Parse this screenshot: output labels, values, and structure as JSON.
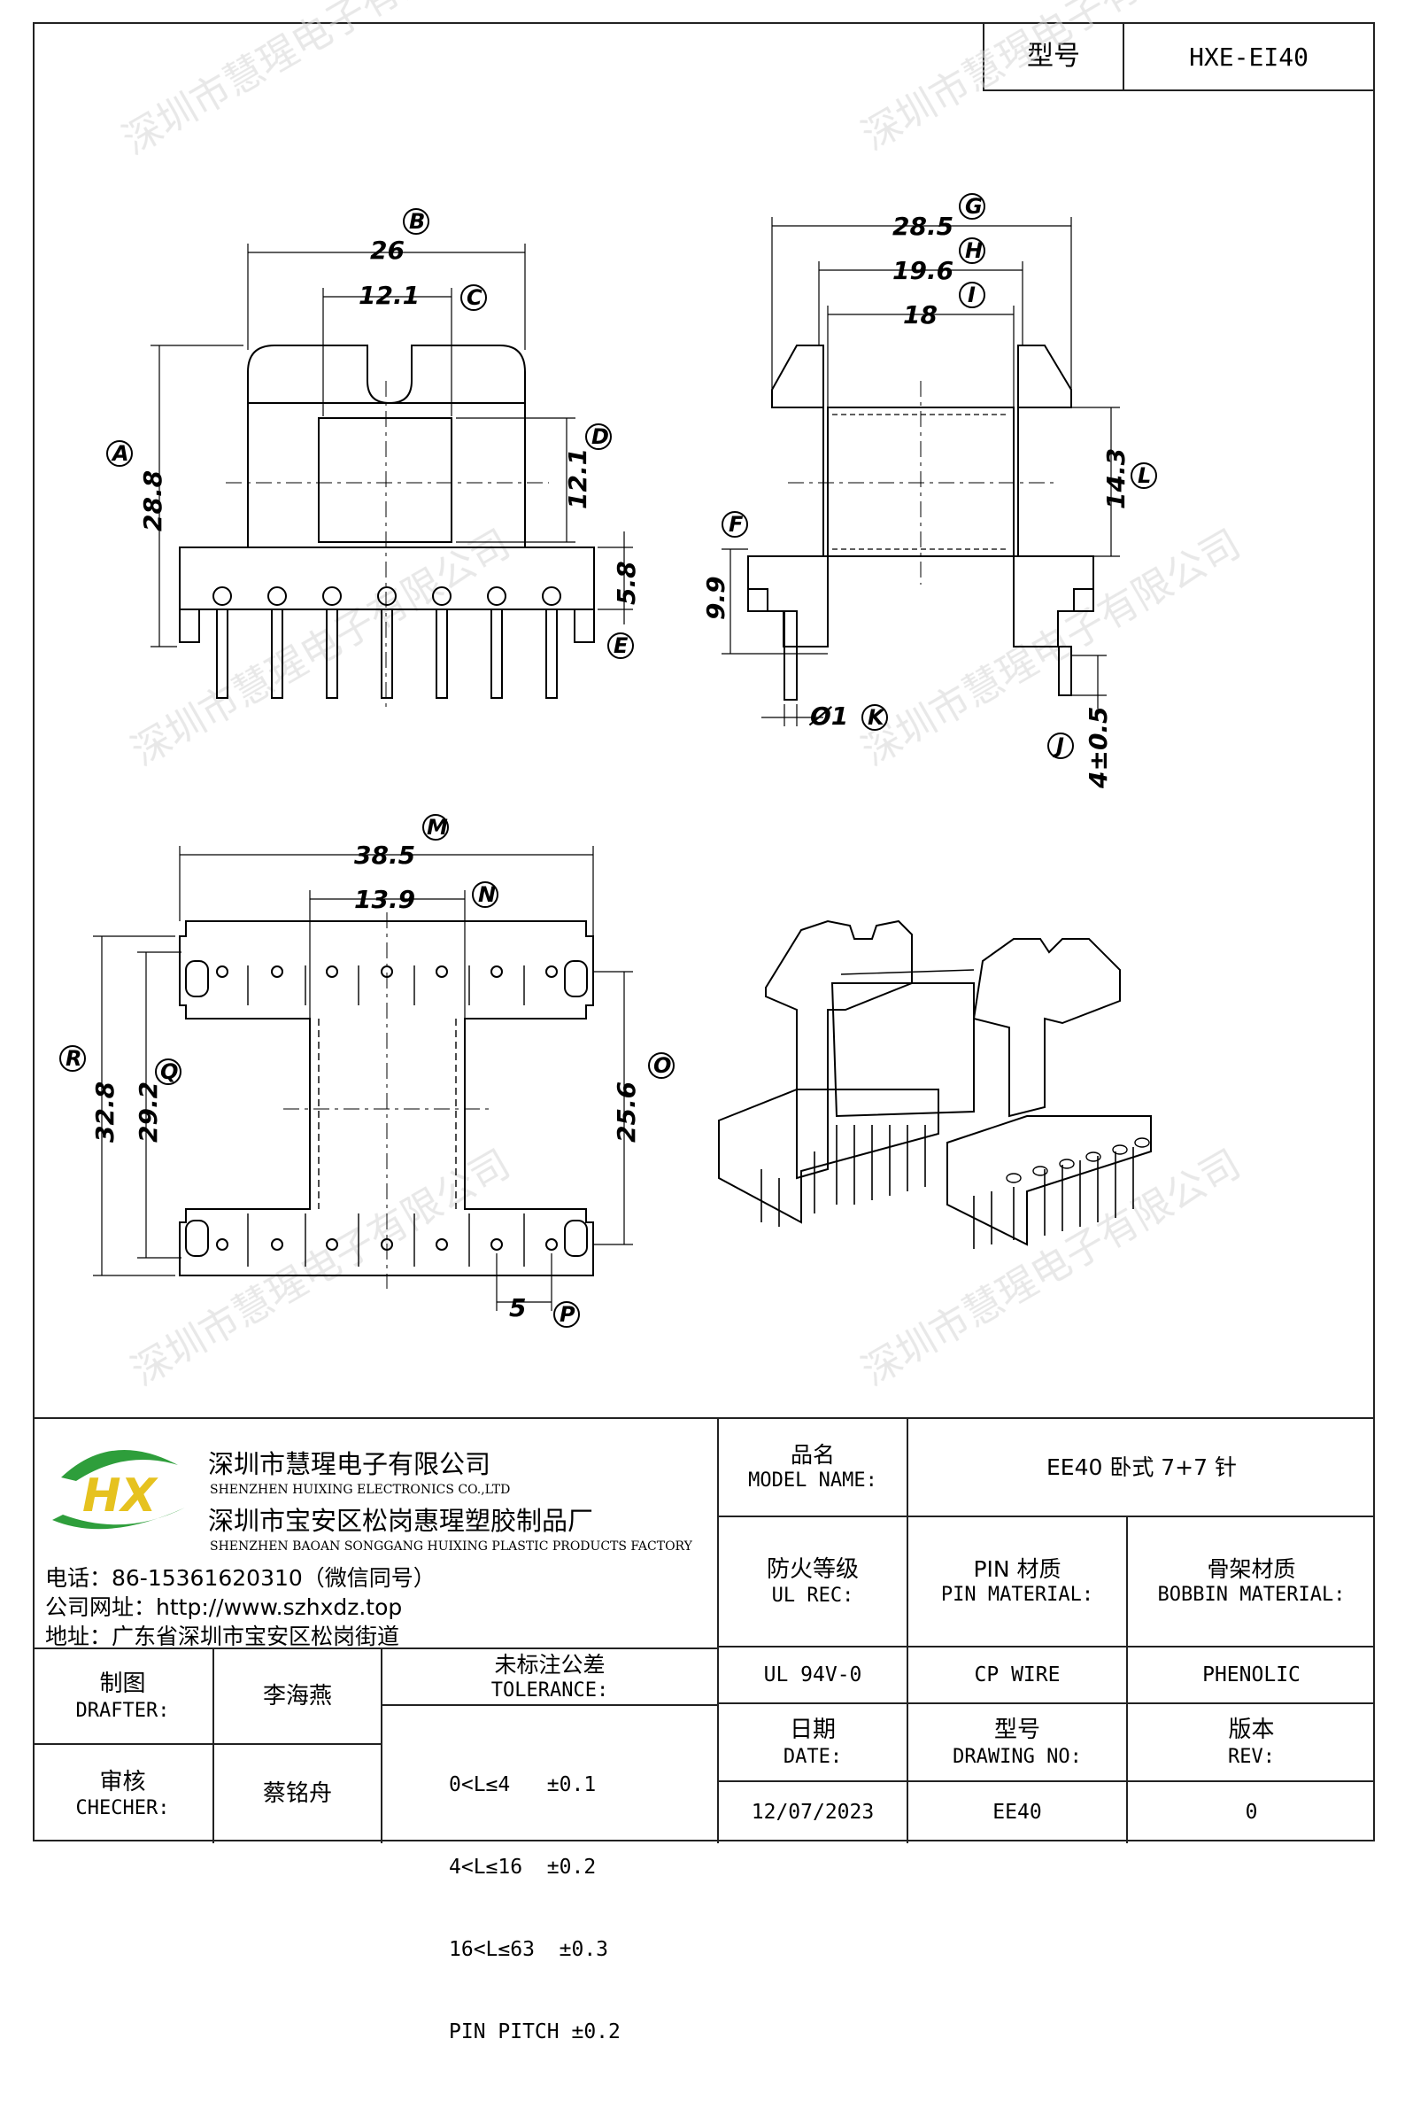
{
  "header": {
    "model_label": "型号",
    "model_value": "HXE-EI40"
  },
  "watermark": "深圳市慧瑆电子有限公司",
  "drawing": {
    "top_view": {
      "dim_B": {
        "value": "26",
        "letter": "B"
      },
      "dim_C": {
        "value": "12.1",
        "letter": "C"
      },
      "dim_A": {
        "value": "28.8",
        "letter": "A"
      },
      "dim_D": {
        "value": "12.1",
        "letter": "D"
      },
      "dim_E": {
        "value": "5.8",
        "letter": "E"
      }
    },
    "side_view": {
      "dim_G": {
        "value": "28.5",
        "letter": "G"
      },
      "dim_H": {
        "value": "19.6",
        "letter": "H"
      },
      "dim_I": {
        "value": "18",
        "letter": "I"
      },
      "dim_L": {
        "value": "14.3",
        "letter": "L"
      },
      "dim_F": {
        "value": "9.9",
        "letter": "F"
      },
      "dim_K": {
        "value": "Ø1",
        "letter": "K"
      },
      "dim_J": {
        "value": "4±0.5",
        "letter": "J"
      }
    },
    "bottom_view": {
      "dim_M": {
        "value": "38.5",
        "letter": "M"
      },
      "dim_N": {
        "value": "13.9",
        "letter": "N"
      },
      "dim_R": {
        "value": "32.8",
        "letter": "R"
      },
      "dim_Q": {
        "value": "29.2",
        "letter": "Q"
      },
      "dim_O": {
        "value": "25.6",
        "letter": "O"
      },
      "dim_P": {
        "value": "5",
        "letter": "P"
      }
    }
  },
  "company": {
    "logo_text": "HX",
    "name_cn": "深圳市慧瑆电子有限公司",
    "name_en": "SHENZHEN HUIXING ELECTRONICS CO.,LTD",
    "factory_cn": "深圳市宝安区松岗惠瑆塑胶制品厂",
    "factory_en": "SHENZHEN BAOAN SONGGANG HUIXING PLASTIC PRODUCTS FACTORY",
    "phone": "电话：86-15361620310（微信同号）",
    "website": "公司网址：http://www.szhxdz.top",
    "address": "地址：广东省深圳市宝安区松岗街道"
  },
  "title_block": {
    "model_name_cn": "品名",
    "model_name_en": "MODEL NAME:",
    "model_name_value": "EE40 卧式 7+7 针",
    "fire_cn": "防火等级",
    "fire_en": "UL REC:",
    "pin_mat_cn": "PIN 材质",
    "pin_mat_en": "PIN MATERIAL:",
    "bobbin_cn": "骨架材质",
    "bobbin_en": "BOBBIN MATERIAL:",
    "fire_value": "UL 94V-0",
    "pin_value": "CP WIRE",
    "bobbin_value": "PHENOLIC",
    "date_cn": "日期",
    "date_en": "DATE:",
    "drawing_cn": "型号",
    "drawing_en": "DRAWING NO:",
    "rev_cn": "版本",
    "rev_en": "REV:",
    "date_value": "12/07/2023",
    "drawing_value": "EE40",
    "rev_value": "0",
    "drafter_cn": "制图",
    "drafter_en": "DRAFTER:",
    "drafter_name": "李海燕",
    "checker_cn": "审核",
    "checker_en": "CHECHER:",
    "checker_name": "蔡铭舟",
    "tolerance_cn": "未标注公差",
    "tolerance_en": "TOLERANCE:",
    "tol_1": "0<L≤4   ±0.1",
    "tol_2": "4<L≤16  ±0.2",
    "tol_3": "16<L≤63  ±0.3",
    "tol_4": "PIN PITCH ±0.2"
  }
}
